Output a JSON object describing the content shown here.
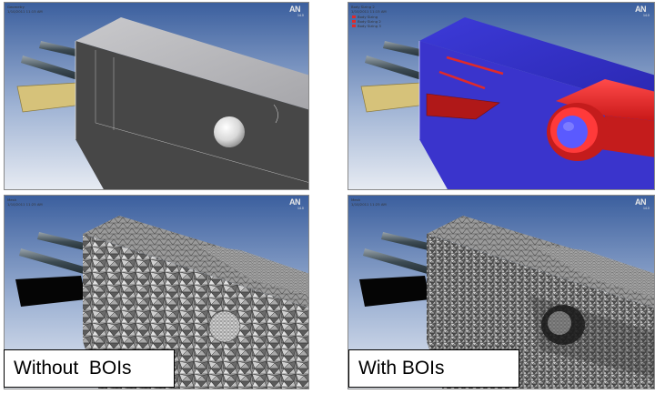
{
  "panels": {
    "top_left": {
      "header": "Geometry",
      "subheader": "1/10/2011 11:15 AM",
      "logo": "AN",
      "logo_suffix": "14.0"
    },
    "top_right": {
      "header": "Body Sizing 2",
      "subheader": "1/10/2011 11:15 AM",
      "logo": "AN",
      "logo_suffix": "14.0",
      "legend": [
        "Body Sizing",
        "Body Sizing 2",
        "Body Sizing 3"
      ]
    },
    "bottom_left": {
      "header": "Mesh",
      "subheader": "1/10/2011 11:25 AM",
      "logo": "AN",
      "logo_suffix": "14.0"
    },
    "bottom_right": {
      "header": "Mesh",
      "subheader": "1/10/2011 11:25 AM",
      "logo": "AN",
      "logo_suffix": "14.0"
    }
  },
  "captions": {
    "left": "Without  BOIs",
    "right": "With BOIs"
  },
  "colors": {
    "viewport_top": "#3b5f9e",
    "viewport_bottom": "#e6ebf2",
    "box_gray_front": "#474747",
    "box_gray_top": "#b4b4b8",
    "box_blue": "#3a34cc",
    "boi_red": "#e02a2a",
    "plate": "#d6c27a"
  }
}
